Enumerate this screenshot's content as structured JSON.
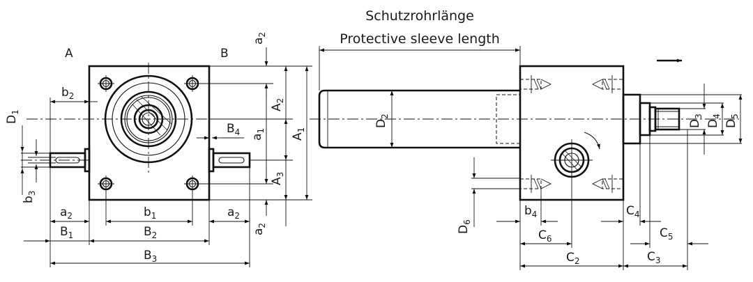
{
  "title": {
    "line1": "Schutzrohrlänge",
    "line2": "Protective sleeve length"
  },
  "views": {
    "left_side": "A",
    "right_side": "B"
  },
  "dimensions": {
    "a2_top": {
      "main": "a",
      "sub": "2"
    },
    "a2_bottom": {
      "main": "a",
      "sub": "2"
    },
    "a2_left": {
      "main": "a",
      "sub": "2"
    },
    "a2_right": {
      "main": "a",
      "sub": "2"
    },
    "A1": {
      "main": "A",
      "sub": "1"
    },
    "A2": {
      "main": "A",
      "sub": "2"
    },
    "A3": {
      "main": "A",
      "sub": "3"
    },
    "a1": {
      "main": "a",
      "sub": "1"
    },
    "b1": {
      "main": "b",
      "sub": "1"
    },
    "b2": {
      "main": "b",
      "sub": "2"
    },
    "b3": {
      "main": "b",
      "sub": "3"
    },
    "b4": {
      "main": "b",
      "sub": "4"
    },
    "B1": {
      "main": "B",
      "sub": "1"
    },
    "B2": {
      "main": "B",
      "sub": "2"
    },
    "B3": {
      "main": "B",
      "sub": "3"
    },
    "B4": {
      "main": "B",
      "sub": "4"
    },
    "D1": {
      "main": "D",
      "sub": "1"
    },
    "D2": {
      "main": "D",
      "sub": "2"
    },
    "D3": {
      "main": "D",
      "sub": "3"
    },
    "D4": {
      "main": "D",
      "sub": "4"
    },
    "D5": {
      "main": "D",
      "sub": "5"
    },
    "D6": {
      "main": "D",
      "sub": "6"
    },
    "C2": {
      "main": "C",
      "sub": "2"
    },
    "C3": {
      "main": "C",
      "sub": "3"
    },
    "C4": {
      "main": "C",
      "sub": "4"
    },
    "C5": {
      "main": "C",
      "sub": "5"
    },
    "C6": {
      "main": "C",
      "sub": "6"
    }
  }
}
